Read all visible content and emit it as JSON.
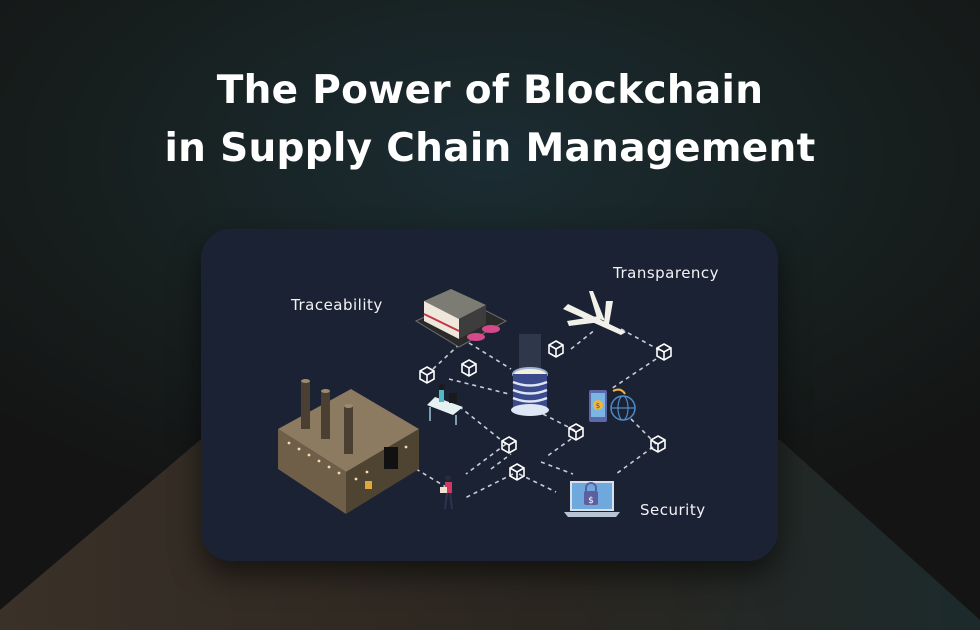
{
  "title": {
    "line1": "The Power of Blockchain",
    "line2": "in Supply Chain Management"
  },
  "diagram": {
    "labels": {
      "traceability": "Traceability",
      "transparency": "Transparency",
      "security": "Security"
    },
    "nodes": [
      "factory-icon",
      "warehouse-icon",
      "database-icon",
      "airplane-icon",
      "worker-desk-icon",
      "delivery-person-icon",
      "mobile-payment-globe-icon",
      "secure-laptop-icon"
    ],
    "colors": {
      "card_bg": "#1b2234",
      "factory": "#6f5f48",
      "database_accent": "#3a4a8c",
      "laptop": "#6fa8dc"
    }
  }
}
